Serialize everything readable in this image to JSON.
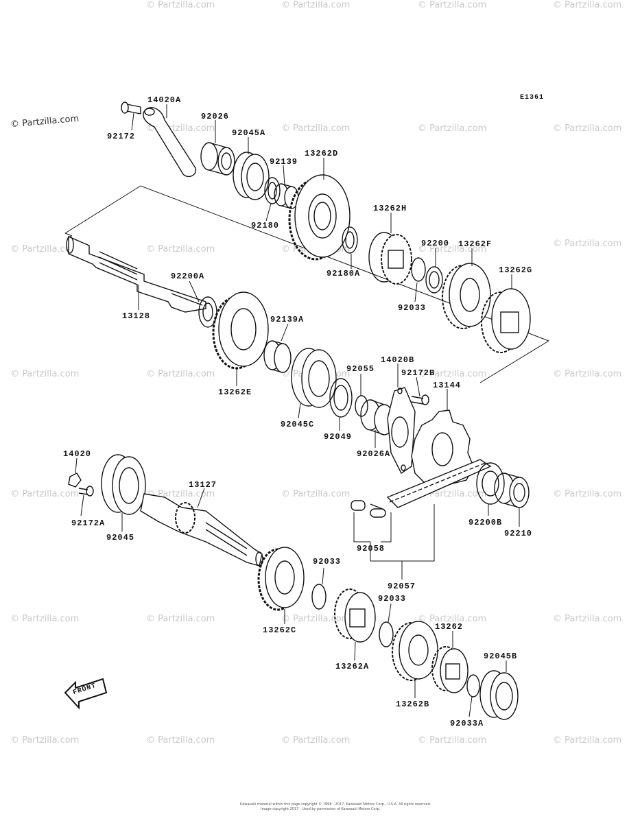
{
  "diagram": {
    "code": "E1361",
    "front_label": "FRONT",
    "footer_line1": "Kawasaki material within this page copyright © 1998 - 2017, Kawasaki Motors Corp., U.S.A. All rights reserved.",
    "footer_line2": "Image copyright 2017 - Used by permission of Kawasaki Motors Corp.",
    "watermark": "© Partzilla.com"
  },
  "parts": [
    {
      "id": "p14020A",
      "label": "14020A"
    },
    {
      "id": "p92172",
      "label": "92172"
    },
    {
      "id": "p92026",
      "label": "92026"
    },
    {
      "id": "p92045A",
      "label": "92045A"
    },
    {
      "id": "p92139",
      "label": "92139"
    },
    {
      "id": "p13262D",
      "label": "13262D"
    },
    {
      "id": "p92180",
      "label": "92180"
    },
    {
      "id": "p92180A",
      "label": "92180A"
    },
    {
      "id": "p13262H",
      "label": "13262H"
    },
    {
      "id": "p92200",
      "label": "92200"
    },
    {
      "id": "p13262F",
      "label": "13262F"
    },
    {
      "id": "p13262G",
      "label": "13262G"
    },
    {
      "id": "p92033a",
      "label": "92033"
    },
    {
      "id": "p92200A",
      "label": "92200A"
    },
    {
      "id": "p13128",
      "label": "13128"
    },
    {
      "id": "p92139A",
      "label": "92139A"
    },
    {
      "id": "p13262E",
      "label": "13262E"
    },
    {
      "id": "p14020B",
      "label": "14020B"
    },
    {
      "id": "p92055",
      "label": "92055"
    },
    {
      "id": "p92172B",
      "label": "92172B"
    },
    {
      "id": "p13144",
      "label": "13144"
    },
    {
      "id": "p92045C",
      "label": "92045C"
    },
    {
      "id": "p92049",
      "label": "92049"
    },
    {
      "id": "p92026A",
      "label": "92026A"
    },
    {
      "id": "p14020",
      "label": "14020"
    },
    {
      "id": "p13127",
      "label": "13127"
    },
    {
      "id": "p92172A",
      "label": "92172A"
    },
    {
      "id": "p92045",
      "label": "92045"
    },
    {
      "id": "p92200B",
      "label": "92200B"
    },
    {
      "id": "p92210",
      "label": "92210"
    },
    {
      "id": "p92058",
      "label": "92058"
    },
    {
      "id": "p92033b",
      "label": "92033"
    },
    {
      "id": "p92057",
      "label": "92057"
    },
    {
      "id": "p13262C",
      "label": "13262C"
    },
    {
      "id": "p92033c",
      "label": "92033"
    },
    {
      "id": "p13262A",
      "label": "13262A"
    },
    {
      "id": "p13262",
      "label": "13262"
    },
    {
      "id": "p92045B",
      "label": "92045B"
    },
    {
      "id": "p13262B",
      "label": "13262B"
    },
    {
      "id": "p92033A",
      "label": "92033A"
    }
  ]
}
